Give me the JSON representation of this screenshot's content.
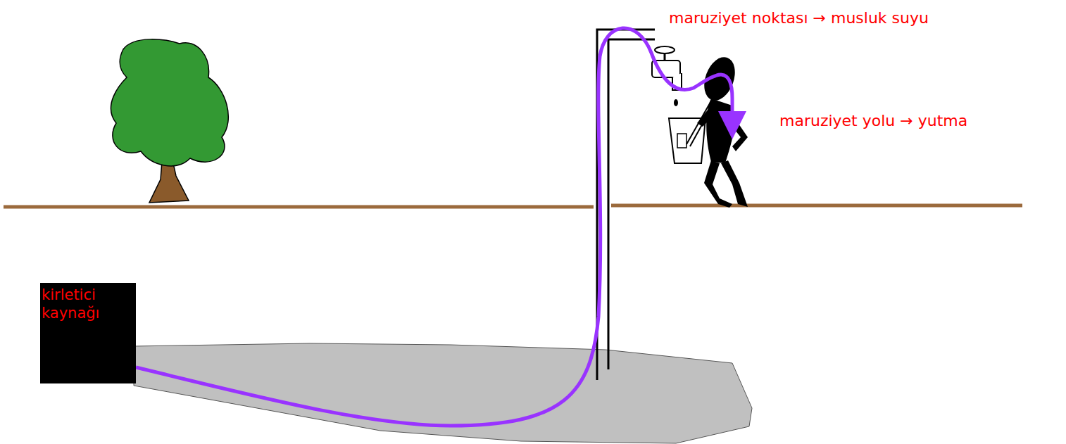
{
  "diagram": {
    "nodes": [
      {
        "text": [
          "kirletici kaynağı"
        ]
      }
    ],
    "labels": [
      "maruziyet noktası → musluk suyu",
      "maruziyet yolu → yutma"
    ]
  }
}
